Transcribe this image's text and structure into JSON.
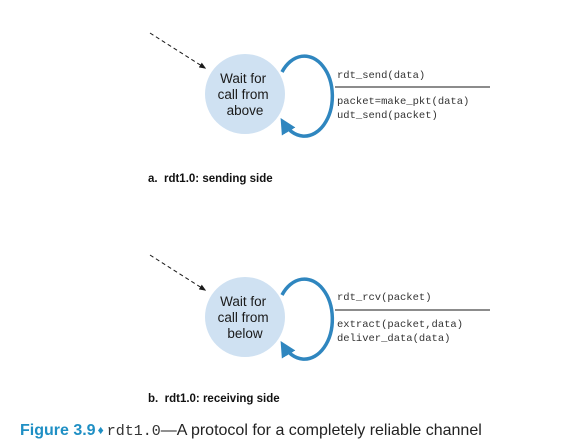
{
  "colors": {
    "state_fill": "#cfe1f2",
    "loop_arrow": "#2f86bf",
    "accent": "#1f8fc4",
    "line": "#1a1a1a"
  },
  "sending": {
    "state_lines": [
      "Wait for",
      "call from",
      "above"
    ],
    "event": "rdt_send(data)",
    "actions": [
      "packet=make_pkt(data)",
      "udt_send(packet)"
    ],
    "label": "a.  rdt1.0: sending side"
  },
  "receiving": {
    "state_lines": [
      "Wait for",
      "call from",
      "below"
    ],
    "event": "rdt_rcv(packet)",
    "actions": [
      "extract(packet,data)",
      "deliver_data(data)"
    ],
    "label": "b.  rdt1.0: receiving side"
  },
  "caption": {
    "figure": "Figure 3.9",
    "separator": "♦",
    "code": "rdt1.0",
    "text": "—A protocol for a completely reliable channel"
  }
}
